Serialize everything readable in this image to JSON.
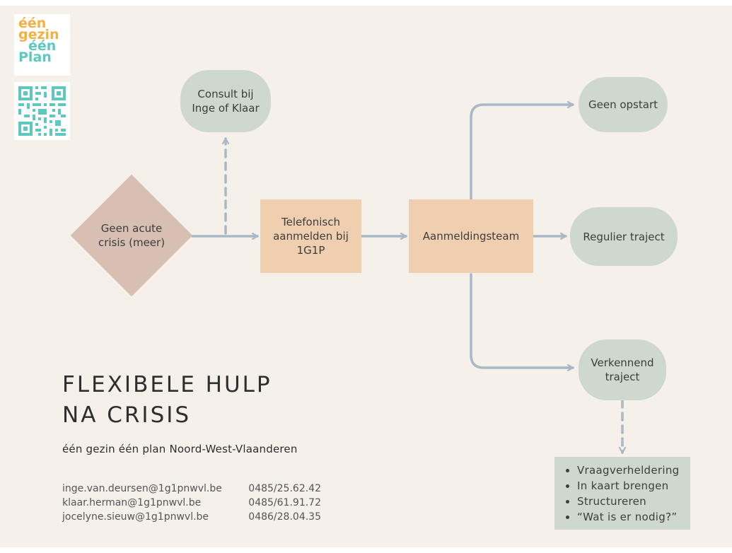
{
  "logo": {
    "lines": [
      "één",
      "gezin",
      "één",
      "Plan"
    ],
    "colors": [
      "#f5b041",
      "#f5b041",
      "#5cc8c0",
      "#5cc8c0"
    ]
  },
  "qr": {
    "icon": "qr-code-icon",
    "color": "#5cc8c0"
  },
  "nodes": {
    "start": "Geen acute crisis (meer)",
    "consult": "Consult bij Inge of Klaar",
    "register": "Telefonisch aanmelden bij 1G1P",
    "team": "Aanmeldingsteam",
    "no_start": "Geen opstart",
    "regular": "Regulier traject",
    "exploratory": "Verkennend traject"
  },
  "checklist": [
    "Vraagverheldering",
    "In kaart brengen",
    "Structureren",
    "“Wat is er nodig?”"
  ],
  "title": {
    "line1": "FLEXIBELE HULP",
    "line2": "NA CRISIS"
  },
  "subtitle": "één gezin één plan Noord-West-Vlaanderen",
  "contacts": [
    {
      "email": "inge.van.deursen@1g1pnwvl.be",
      "phone": "0485/25.62.42"
    },
    {
      "email": "klaar.herman@1g1pnwvl.be",
      "phone": "0485/61.91.72"
    },
    {
      "email": "jocelyne.sieuw@1g1pnwvl.be",
      "phone": "0486/28.04.35"
    }
  ],
  "colors": {
    "background": "#f5f0ea",
    "arrow": "#a9b8c4",
    "pill": "#cfd8cd",
    "box": "#f0cfb1",
    "diamond": "#d7bfb3"
  }
}
